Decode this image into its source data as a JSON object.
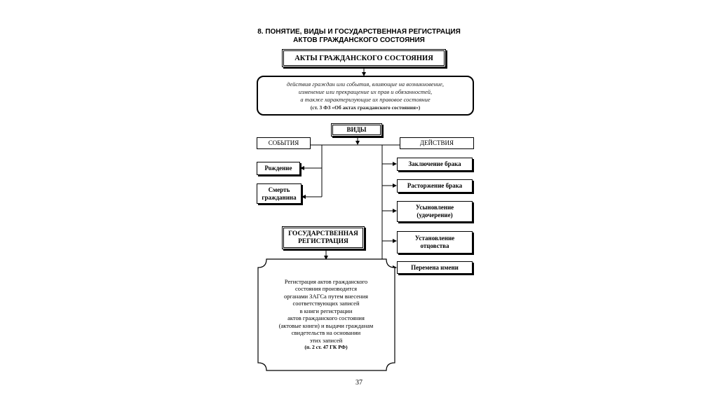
{
  "title_line1": "8. ПОНЯТИЕ, ВИДЫ И ГОСУДАРСТВЕННАЯ РЕГИСТРАЦИЯ",
  "title_line2": "АКТОВ ГРАЖДАНСКОГО СОСТОЯНИЯ",
  "acts_header": "АКТЫ ГРАЖДАНСКОГО СОСТОЯНИЯ",
  "definition": {
    "line1": "действия граждан или события, влияющие на возникновение,",
    "line2": "изменение или прекращение их прав и обязанностей,",
    "line3": "а также характеризующие их правовое состояние",
    "reference": "(ст. 3 ФЗ «Об актах гражданского состояния»)"
  },
  "types_label": "ВИДЫ",
  "events_label": "СОБЫТИЯ",
  "actions_label": "ДЕЙСТВИЯ",
  "events": {
    "birth": "Рождение",
    "death_line1": "Смерть",
    "death_line2": "гражданина"
  },
  "actions": {
    "marriage": "Заключение брака",
    "divorce": "Расторжение брака",
    "adoption_line1": "Усыновление",
    "adoption_line2": "(удочерение)",
    "paternity_line1": "Установление",
    "paternity_line2": "отцовства",
    "name_change": "Перемена имени"
  },
  "registration_label_line1": "ГОСУДАРСТВЕННАЯ",
  "registration_label_line2": "РЕГИСТРАЦИЯ",
  "registration_text": {
    "line1": "Регистрация актов гражданского",
    "line2": "состояния производится",
    "line3": "органами ЗАГСа путем внесения",
    "line4": "соответствующих записей",
    "line5": "в книги регистрации",
    "line6": "актов гражданского состояния",
    "line7": "(актовые книги) и выдачи гражданам",
    "line8": "свидетельств на основании",
    "line9": "этих записей",
    "reference": "(п. 2 ст. 47 ГК РФ)"
  },
  "page_number": "37"
}
